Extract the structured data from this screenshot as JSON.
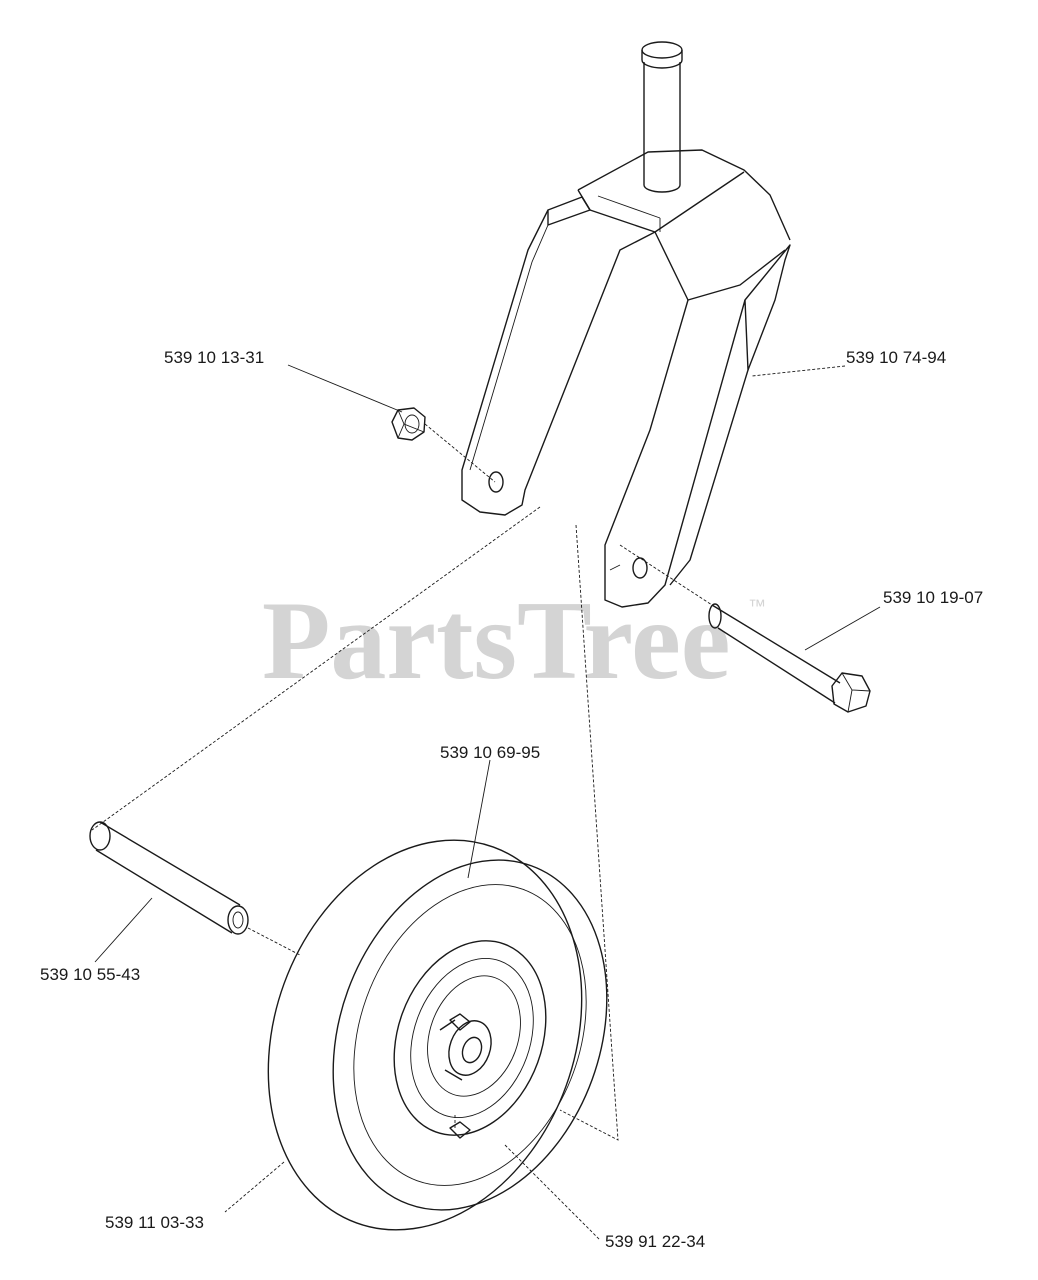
{
  "watermark": {
    "text": "PartsTree",
    "trademark": "™"
  },
  "callouts": [
    {
      "id": "nut",
      "text": "539 10 13-31"
    },
    {
      "id": "fork",
      "text": "539 10 74-94"
    },
    {
      "id": "bolt",
      "text": "539 10 19-07"
    },
    {
      "id": "tire",
      "text": "539 10 69-95"
    },
    {
      "id": "spacer",
      "text": "539 10 55-43"
    },
    {
      "id": "wheel",
      "text": "539 11 03-33"
    },
    {
      "id": "fitting",
      "text": "539 91 22-34"
    }
  ]
}
